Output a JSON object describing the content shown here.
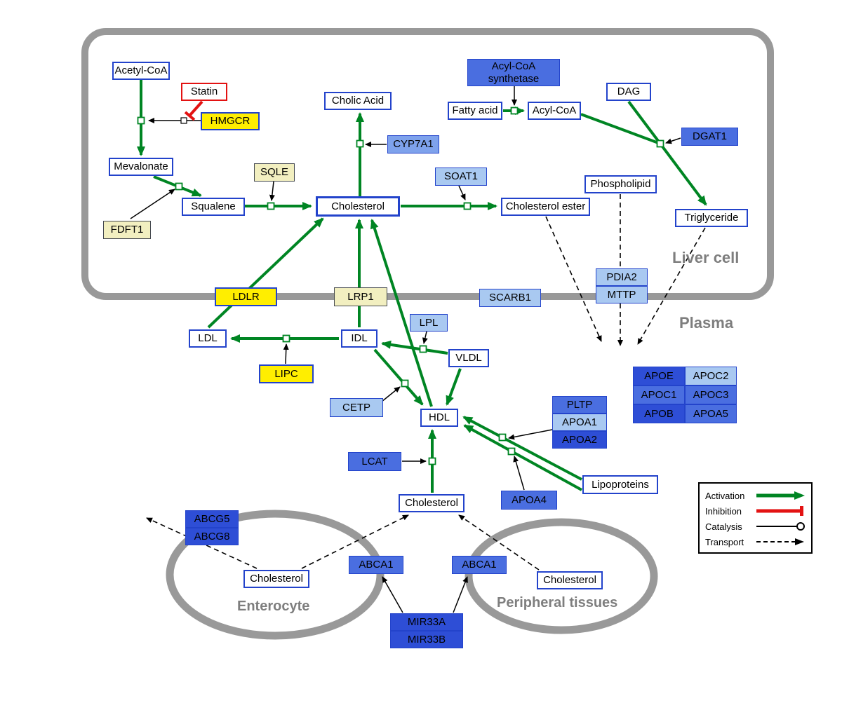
{
  "compartments": {
    "liver": "Liver cell",
    "plasma": "Plasma",
    "enterocyte": "Enterocyte",
    "peripheral": "Peripheral tissues"
  },
  "nodes": {
    "acetyl_coa": "Acetyl-CoA",
    "statin": "Statin",
    "hmgcr": "HMGCR",
    "mevalonate": "Mevalonate",
    "fdft1": "FDFT1",
    "squalene": "Squalene",
    "sqle": "SQLE",
    "cholesterol_liver": "Cholesterol",
    "cholic_acid": "Cholic Acid",
    "cyp7a1": "CYP7A1",
    "soat1": "SOAT1",
    "cholesterol_ester": "Cholesterol ester",
    "acyl_coa_synthetase": "Acyl-CoA synthetase",
    "fatty_acid": "Fatty acid",
    "acyl_coa": "Acyl-CoA",
    "dag": "DAG",
    "dgat1": "DGAT1",
    "phospholipid": "Phospholipid",
    "triglyceride": "Triglyceride",
    "ldlr": "LDLR",
    "lrp1": "LRP1",
    "scarb1": "SCARB1",
    "pdia2": "PDIA2",
    "mttp": "MTTP",
    "ldl": "LDL",
    "idl": "IDL",
    "lpl": "LPL",
    "vldl": "VLDL",
    "lipc": "LIPC",
    "cetp": "CETP",
    "hdl": "HDL",
    "pltp": "PLTP",
    "apoa1": "APOA1",
    "apoa2": "APOA2",
    "apoe": "APOE",
    "apoc2": "APOC2",
    "apoc1": "APOC1",
    "apoc3": "APOC3",
    "apob": "APOB",
    "apoa5": "APOA5",
    "lcat": "LCAT",
    "apoa4": "APOA4",
    "lipoproteins": "Lipoproteins",
    "cholesterol_plasma": "Cholesterol",
    "abcg5": "ABCG5",
    "abcg8": "ABCG8",
    "cholesterol_enterocyte": "Cholesterol",
    "abca1_left": "ABCA1",
    "abca1_right": "ABCA1",
    "cholesterol_peripheral": "Cholesterol",
    "mir33a": "MIR33A",
    "mir33b": "MIR33B"
  },
  "legend": {
    "activation": "Activation",
    "inhibition": "Inhibition",
    "catalysis": "Catalysis",
    "transport": "Transport"
  },
  "colors": {
    "activation_green": "#008523",
    "inhibition_red": "#e31212",
    "membrane_gray": "#999999",
    "metabolite_border_blue": "#2343cb",
    "gene_yellow": "#ffee00",
    "gene_pale_yellow": "#f2efc0",
    "gene_light_blue": "#a9c9f1",
    "gene_mid_blue": "#7ea2ec",
    "gene_blue": "#4a6ee0",
    "gene_dark_blue": "#2e4ed6"
  }
}
